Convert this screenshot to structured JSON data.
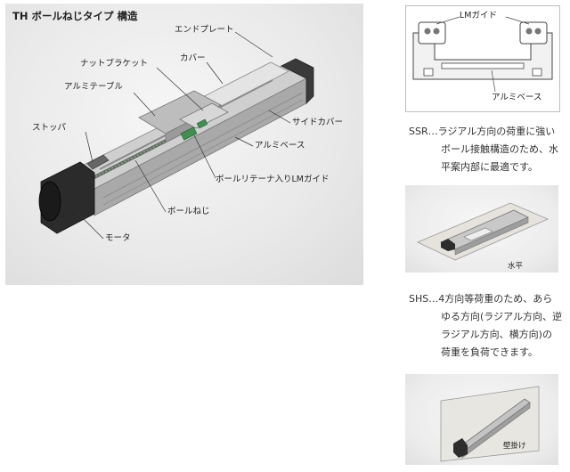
{
  "main": {
    "title": "TH ボールねじタイプ 構造",
    "callouts": {
      "end_plate": "エンドプレート",
      "cover": "カバー",
      "nut_bracket": "ナットブラケット",
      "aluminum_table": "アルミテーブル",
      "stopper": "ストッパ",
      "side_cover": "サイドカバー",
      "aluminum_base": "アルミベース",
      "lm_guide": "ボールリテーナ入りLMガイド",
      "ball_screw": "ボールねじ",
      "motor": "モータ"
    }
  },
  "side": {
    "diagram": {
      "lm_guide": "LMガイド",
      "aluminum_base": "アルミベース"
    },
    "ssr": {
      "lines": [
        "SSR…ラジアル方向の荷重に強い",
        "ボール接触構造のため、水",
        "平案内部に最適です。"
      ]
    },
    "horizontal_label": "水平",
    "shs": {
      "lines": [
        "SHS…4方向等荷重のため、あら",
        "ゆる方向(ラジアル方向、逆",
        "ラジアル方向、横方向)の",
        "荷重を負荷できます。"
      ]
    },
    "wall_label": "壁掛け"
  }
}
